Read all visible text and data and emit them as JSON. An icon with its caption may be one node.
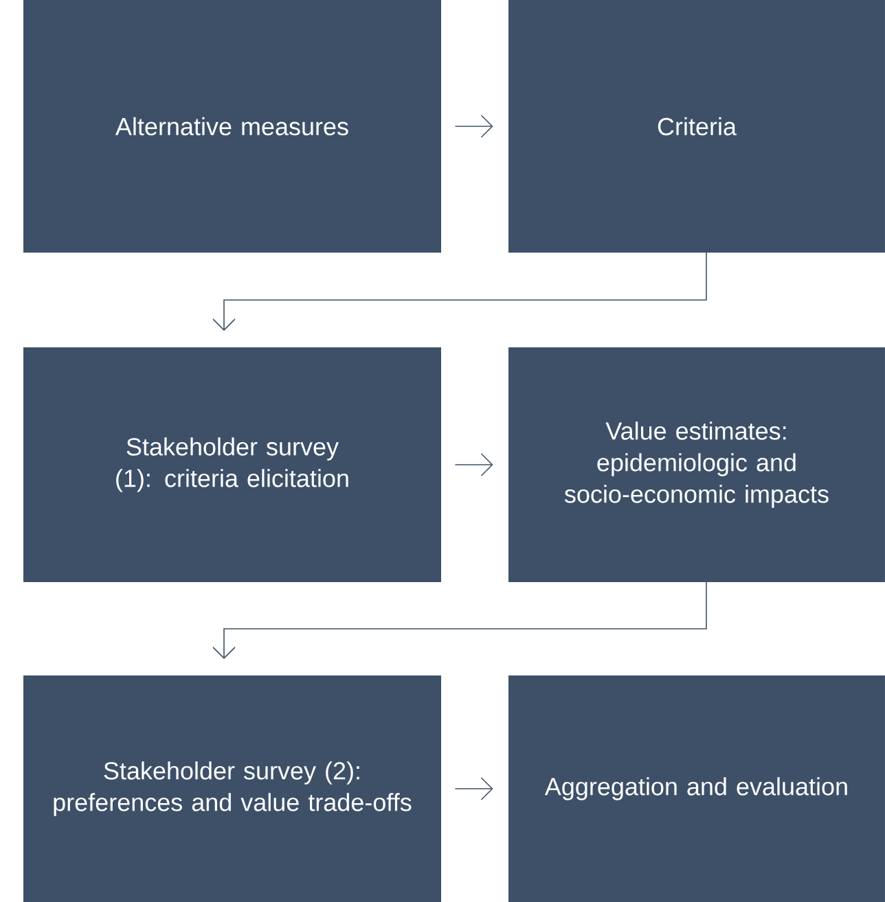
{
  "diagram": {
    "nodes": [
      {
        "text": [
          "Alternative measures"
        ]
      },
      {
        "text": [
          "Criteria"
        ]
      },
      {
        "text": [
          "Stakeholder survey (1): criteria elicitation"
        ]
      },
      {
        "text": [
          "Value estimates: epidemiologic and socio-economic impacts"
        ]
      },
      {
        "text": [
          "Stakeholder survey (2): preferences and value trade-offs"
        ]
      },
      {
        "text": [
          "Aggregation and evaluation"
        ]
      }
    ],
    "edges": [
      {
        "from": 0,
        "to": 1,
        "arrow": "to"
      },
      {
        "from": 1,
        "to": 2,
        "arrow": "to"
      },
      {
        "from": 2,
        "to": 3,
        "arrow": "to"
      },
      {
        "from": 3,
        "to": 4,
        "arrow": "to"
      },
      {
        "from": 4,
        "to": 5,
        "arrow": "to"
      }
    ]
  }
}
